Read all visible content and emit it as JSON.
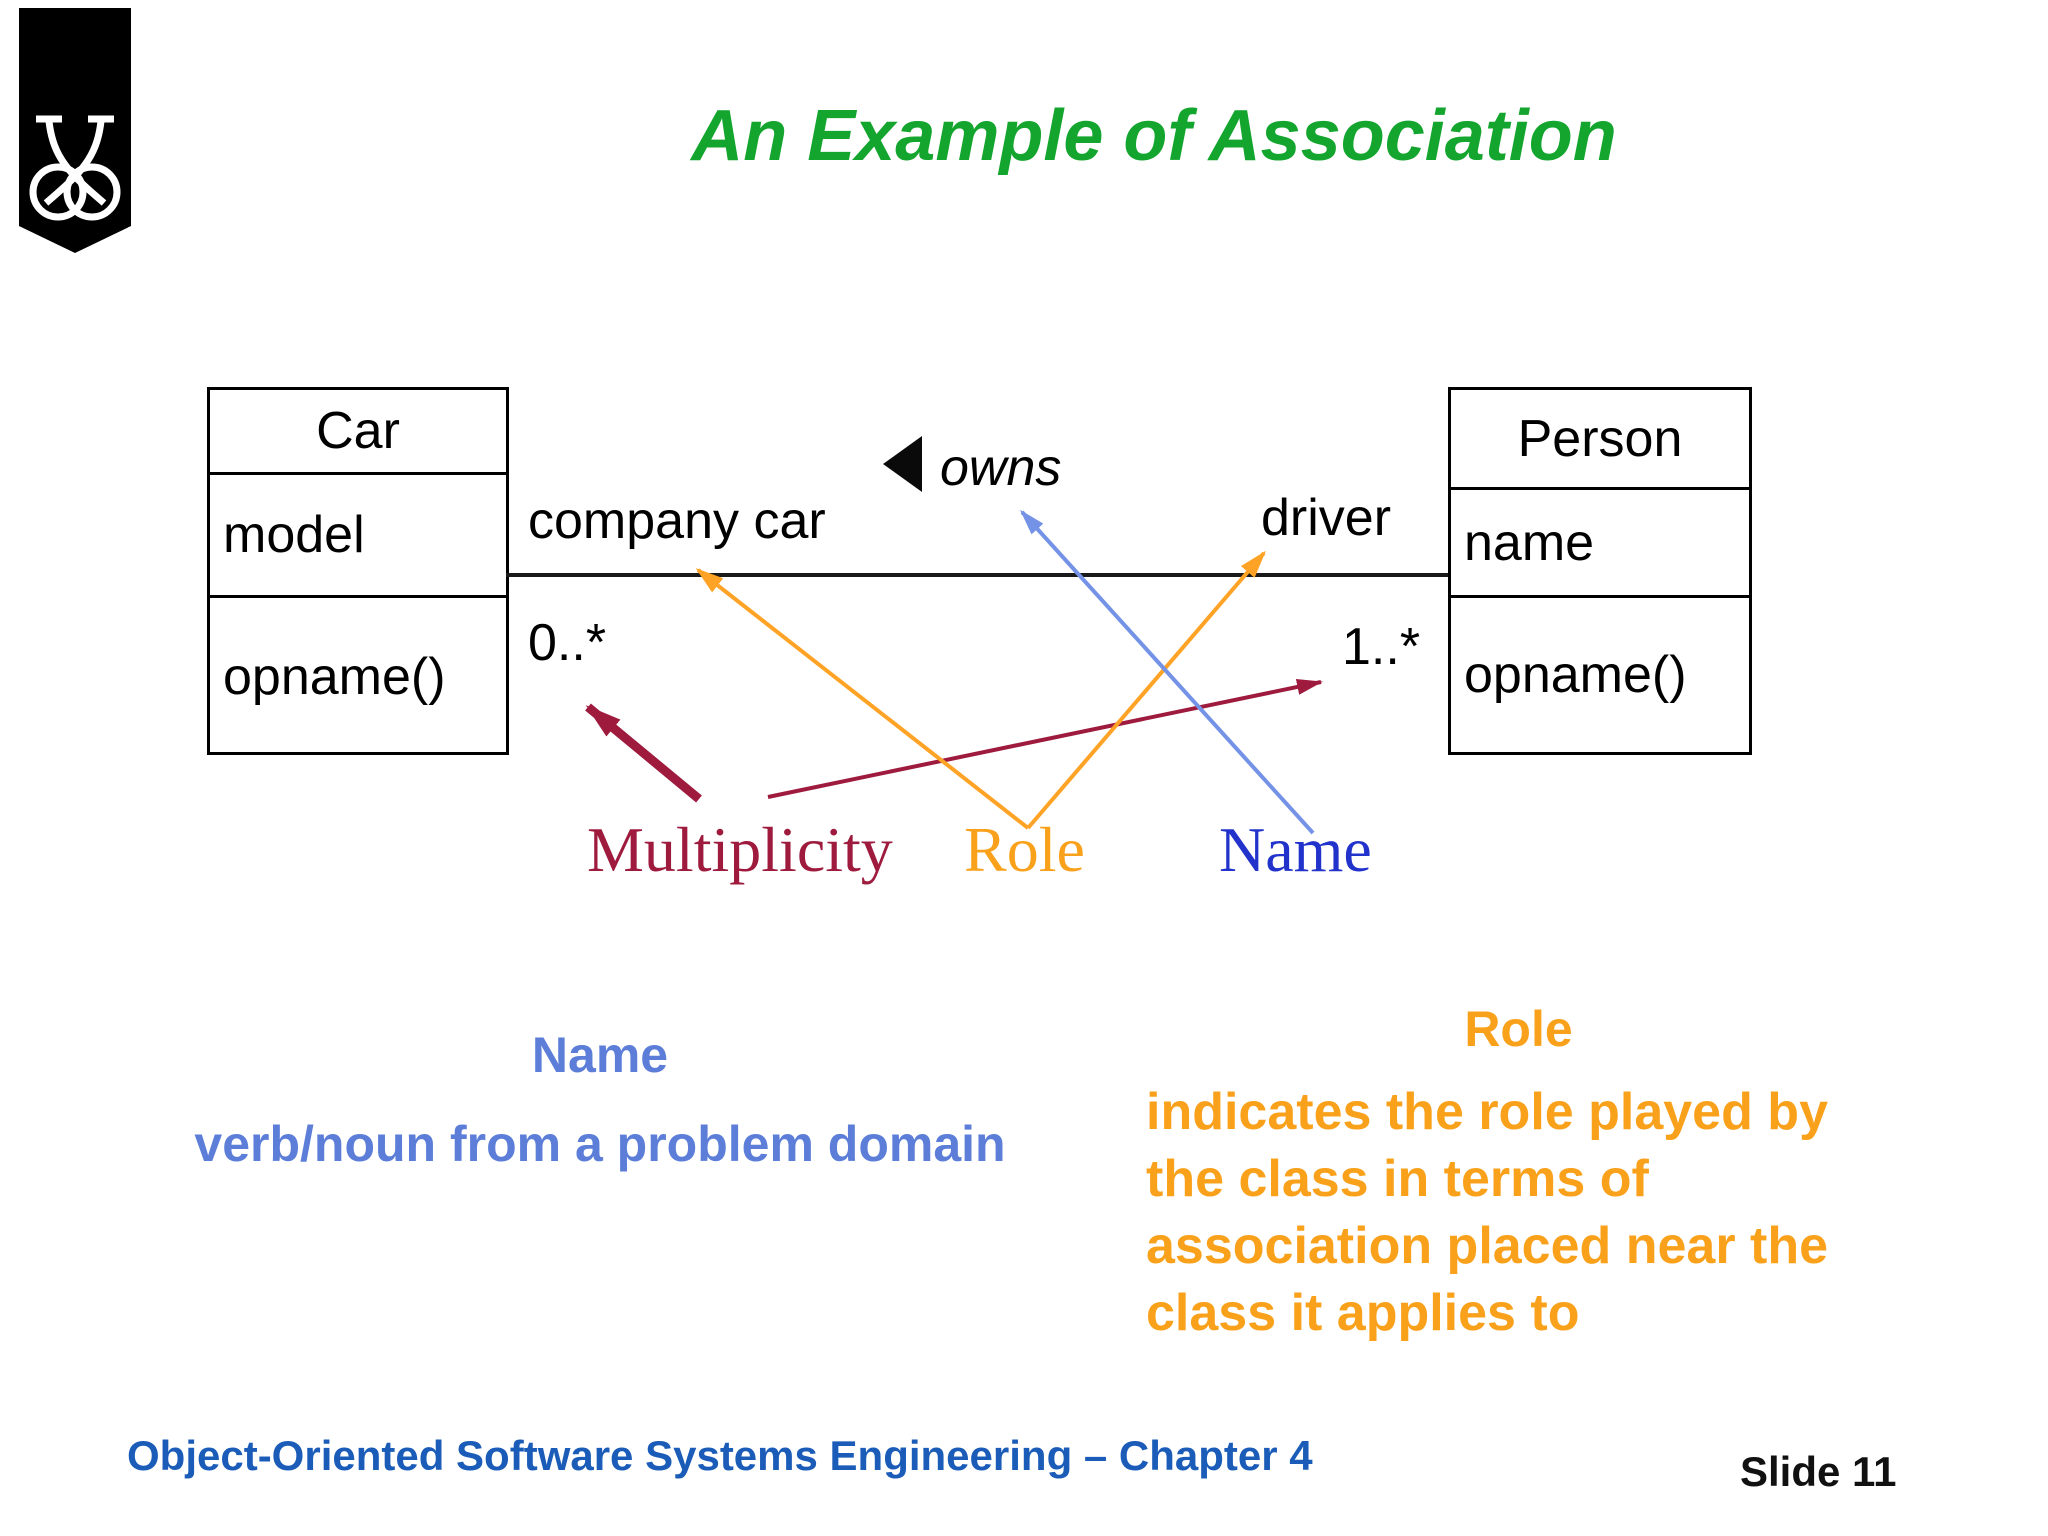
{
  "slide": {
    "title": "An Example of Association",
    "footer_course": "Object-Oriented Software Systems Engineering – Chapter 4",
    "footer_slide": "Slide 11"
  },
  "diagram": {
    "car": {
      "name": "Car",
      "attribute": "model",
      "operation": "opname()"
    },
    "person": {
      "name": "Person",
      "attribute": "name",
      "operation": "opname()"
    },
    "association": {
      "name": "owns",
      "direction_icon": "left-solid-triangle",
      "role_left": "company car",
      "role_right": "driver",
      "multiplicity_left": "0..*",
      "multiplicity_right": "1..*"
    },
    "annotations": {
      "multiplicity": "Multiplicity",
      "role": "Role",
      "name": "Name"
    }
  },
  "notes": {
    "name_block": {
      "heading": "Name",
      "body": "verb/noun from a problem domain"
    },
    "role_block": {
      "heading": "Role",
      "lines": [
        "indicates the role played by",
        "the class in terms of",
        "association placed near the",
        "class it applies to"
      ]
    }
  },
  "colors": {
    "title_green": "#13a52e",
    "annotation_maroon": "#9e1b3e",
    "annotation_orange": "#f9a11b",
    "annotation_blue": "#2233cc",
    "arrow_blue": "#7492e6",
    "note_light_blue": "#5c7ed8",
    "footer_blue": "#1a5cb8",
    "diagram_black": "#000000"
  }
}
